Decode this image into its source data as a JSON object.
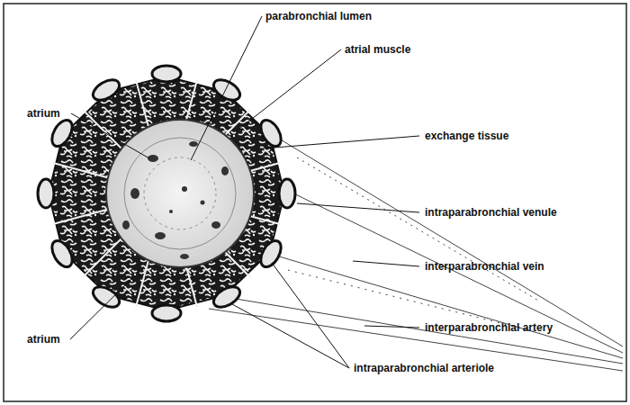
{
  "diagram": {
    "labels": [
      "parabronchial lumen",
      "atrial muscle",
      "atrium",
      "exchange tissue",
      "intraparabronchial venule",
      "interparabronchial vein",
      "interparabronchial artery",
      "atrium",
      "intraparabronchial arteriole"
    ]
  }
}
